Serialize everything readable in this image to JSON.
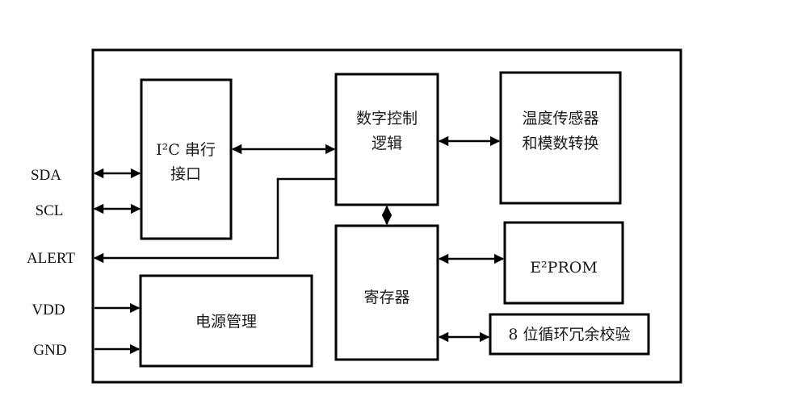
{
  "diagram": {
    "type": "block-diagram",
    "pins": {
      "sda": "SDA",
      "scl": "SCL",
      "alert": "ALERT",
      "vdd": "VDD",
      "gnd": "GND"
    },
    "blocks": {
      "i2c": {
        "line1": "I²C 串行",
        "line2": "接口"
      },
      "digital_logic": {
        "line1": "数字控制",
        "line2": "逻辑"
      },
      "temp_sensor": {
        "line1": "温度传感器",
        "line2": "和模数转换"
      },
      "register": {
        "line1": "寄存器"
      },
      "eeprom": {
        "line1": "E²PROM"
      },
      "crc": {
        "line1": "8 位循环冗余校验"
      },
      "power": {
        "line1": "电源管理"
      }
    },
    "connections": [
      {
        "from": "SDA",
        "to": "i2c",
        "direction": "bidirectional"
      },
      {
        "from": "SCL",
        "to": "i2c",
        "direction": "bidirectional"
      },
      {
        "from": "i2c",
        "to": "digital_logic",
        "direction": "bidirectional"
      },
      {
        "from": "digital_logic",
        "to": "ALERT",
        "direction": "out"
      },
      {
        "from": "digital_logic",
        "to": "temp_sensor",
        "direction": "bidirectional"
      },
      {
        "from": "digital_logic",
        "to": "register",
        "direction": "bidirectional"
      },
      {
        "from": "register",
        "to": "eeprom",
        "direction": "bidirectional"
      },
      {
        "from": "register",
        "to": "crc",
        "direction": "bidirectional"
      },
      {
        "from": "VDD",
        "to": "power",
        "direction": "in"
      },
      {
        "from": "GND",
        "to": "power",
        "direction": "in"
      }
    ]
  }
}
